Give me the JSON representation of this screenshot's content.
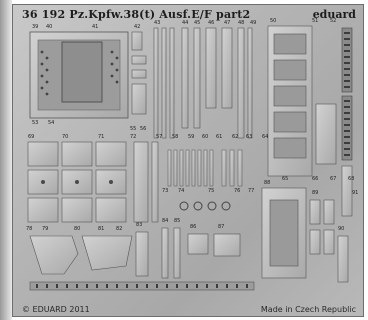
{
  "sheet": {
    "set_number": "36 192",
    "title": "Pz.Kpfw.38(t) Ausf.E/F",
    "part": "part2",
    "brand": "eduard",
    "copyright": "© EDUARD 2011",
    "origin": "Made in Czech Republic"
  },
  "part_numbers": [
    "39",
    "40",
    "41",
    "42",
    "43",
    "44",
    "45",
    "46",
    "47",
    "48",
    "49",
    "50",
    "51",
    "52",
    "53",
    "54",
    "55",
    "56",
    "57",
    "58",
    "59",
    "60",
    "61",
    "62",
    "63",
    "64",
    "65",
    "66",
    "67",
    "68",
    "69",
    "70",
    "71",
    "72",
    "73",
    "74",
    "75",
    "76",
    "77",
    "78",
    "79",
    "80",
    "81",
    "82",
    "83",
    "84",
    "85",
    "86",
    "87",
    "88",
    "89",
    "90",
    "91"
  ]
}
